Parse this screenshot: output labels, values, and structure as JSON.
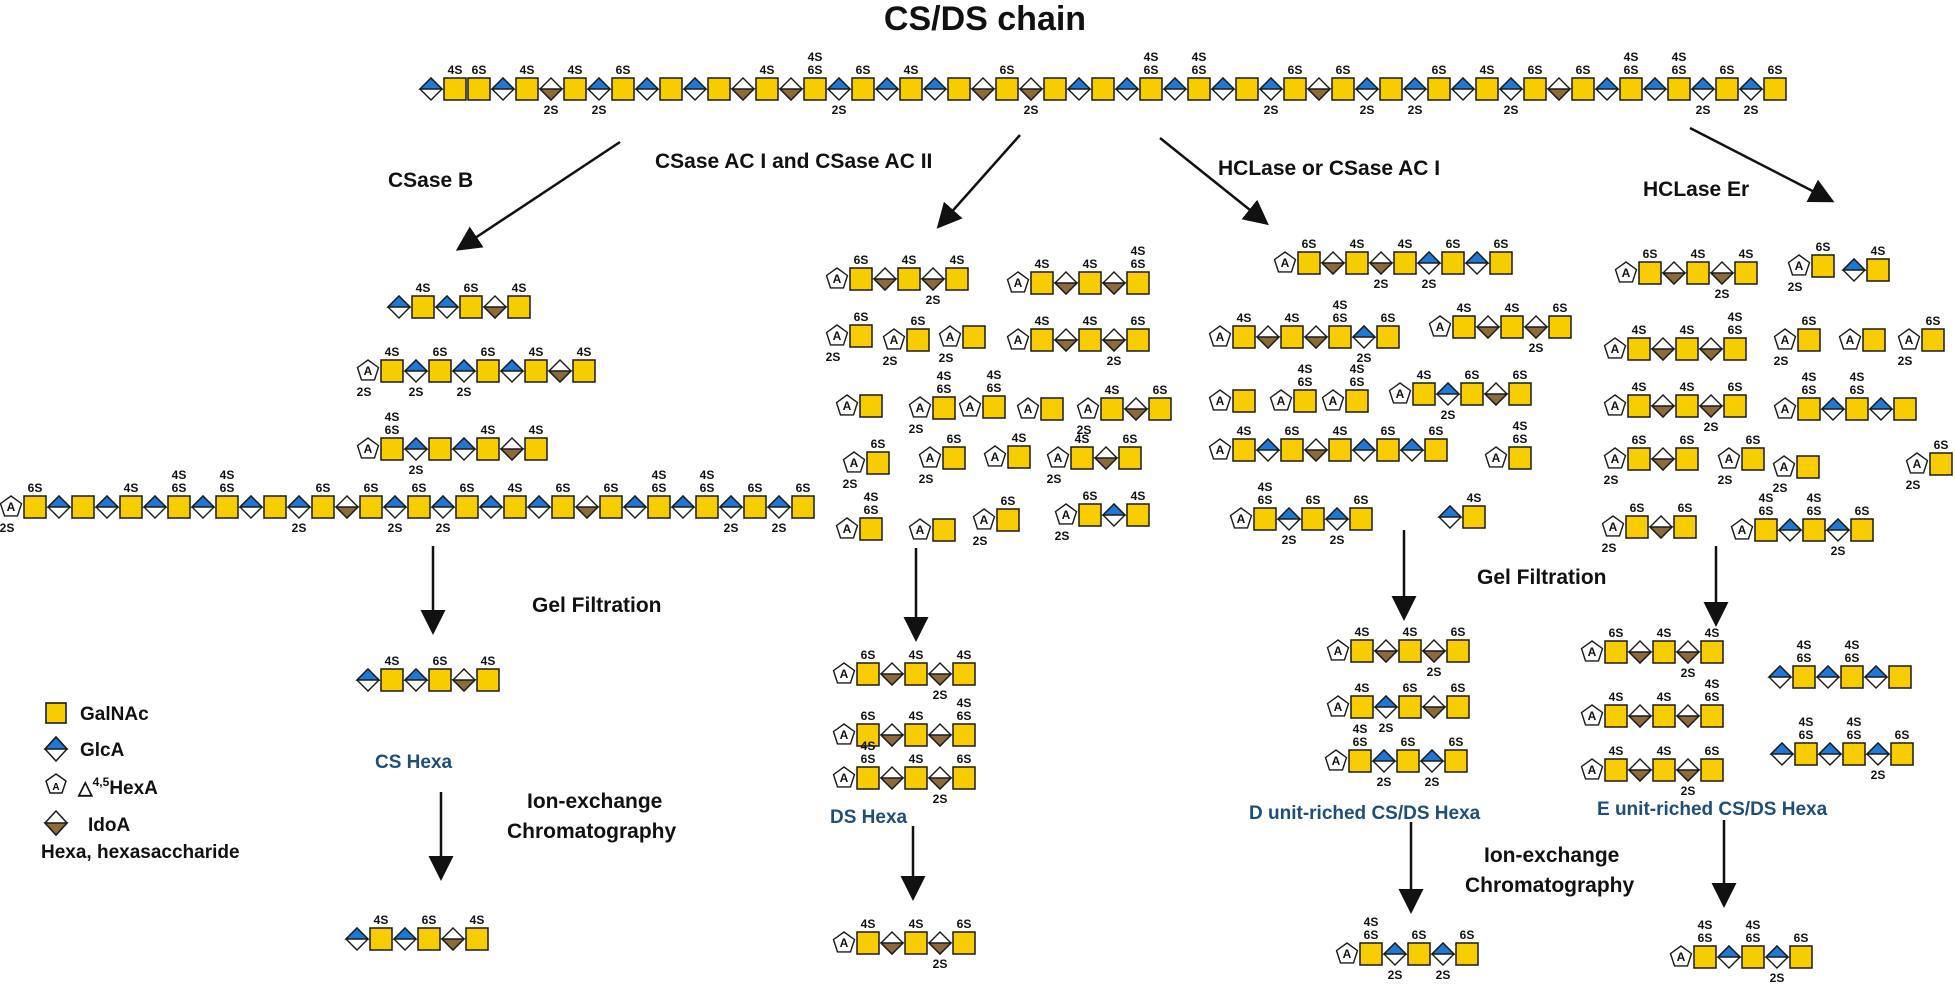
{
  "title": "CS/DS chain",
  "enzymes": {
    "b": "CSase B",
    "ac": "CSase AC I and CSase AC II",
    "hcl": "HCLase or CSase AC I",
    "er": "HCLase Er"
  },
  "steps": {
    "gel1": "Gel Filtration",
    "gel2": "Gel Filtration",
    "ion1a": "Ion-exchange",
    "ion1b": "Chromatography",
    "ion2a": "Ion-exchange",
    "ion2b": "Chromatography"
  },
  "products": {
    "cs": "CS Hexa",
    "ds": "DS Hexa",
    "d": "D unit-riched CS/DS Hexa",
    "e": "E unit-riched CS/DS Hexa"
  },
  "legend": {
    "galnac": "GalNAc",
    "glca": "GlcA",
    "hexa_prefix": "△",
    "hexa_sup": "4,5",
    "hexa_suffix": "HexA",
    "idoa": "IdoA",
    "note": "Hexa, hexasaccharide"
  },
  "sulfate_labels": {
    "s4": "4S",
    "s6": "6S",
    "s2": "2S",
    "delta": "A"
  },
  "colors": {
    "galnac": "#F7CD00",
    "glca": "#1F78D1",
    "idoa": "#8C6A3A",
    "text_blue": "#1F4E79",
    "outline": "#1A1A1A"
  },
  "chains": {
    "main": "D_,4S|Q_,4S|Q_,6S|D_|Q_,4S|I_,2S|Q_,4S|D_,2S|Q_,6S|D_|Q_|D_|Q_|I_|Q_,4S|I_|Q_,4S,6S|D_,2S|Q_,6S|D_|Q_,4S|D_|Q_|I_|Q_,6S|I_,2S|Q_|D_|Q_|D_|Q_,4S,6S|D_|Q_,4S,6S|D_|Q_|D_,2S|Q_,6S|I_|Q_,6S|D_,2S|Q_|D_,2S|Q_,6S|D_|Q_,4S|D_,2S|Q_,6S|I_|Q_,6S|D_|Q_,4S,6S|D_|Q_,4S,6S|D_,2S|Q_,6S|D_,2S|Q_,6S",
    "b1": "D_|Q_,4S|D_|Q_,6S|I_|Q_,4S",
    "b2": "A_,2S|Q_,4S|D_,2S|Q_,6S|D_,2S|Q_,6S|D_|Q_,4S|I_|Q_,4S",
    "b3": "A_|Q_,4S,6S|D_,2S|Q_|D_|Q_,4S|I_|Q_,4S",
    "b4": "A_,2S|Q_,6S|D_|Q_|D_|Q_,4S|D_|Q_,4S,6S|D_|Q_,4S,6S|D_|Q_|D_,2S|Q_,6S|I_|Q_,6S|D_,2S|Q_,6S|D_,2S|Q_,6S|D_|Q_,4S|D_|Q_,6S|I_|Q_,6S|D_|Q_,4S,6S|D_|Q_,4S,6S|D_,2S|Q_,6S|D_,2S|Q_,6S",
    "b_gel": "D_|Q_,4S|D_|Q_,6S|I_|Q_,4S",
    "b_ion": "D_|Q_,4S|D_|Q_,6S|I_|Q_,4S",
    "ac1": "A_|Q_,6S|I_|Q_,4S|I_,2S|Q_,4S",
    "ac2": "A_|Q_,4S|I_|Q_,4S|I_|Q_,4S,6S",
    "ac3": "A_,2S|Q_,6S",
    "ac4": "A_,2S|Q_,6S",
    "ac5": "A_,2S|Q_,",
    "ac6": "A_|Q_,4S|I_|Q_,4S|I_,2S|Q_,6S",
    "ac7": "A_|Q_,",
    "ac8": "A_,2S|Q_,4S,6S",
    "ac9": "A_|Q_,4S,6S",
    "ac10": "A_|Q_,",
    "ac11": "A_,2S|Q_,4S|I_|Q_,6S",
    "ac12": "A_,2S|Q_,6S",
    "ac13": "A_,2S|Q_,6S",
    "ac14": "A_|Q_,4S",
    "ac15": "A_,2S|Q_,4S|I_|Q_,6S",
    "ac16": "A_|Q_,4S,6S",
    "ac17": "A_|Q_,",
    "ac18": "A_,2S|Q_,6S",
    "ac19": "A_,2S|Q_,6S|D_|Q_,4S",
    "ac_gel1": "A_|Q_,6S|I_|Q_,4S|I_,2S|Q_,4S",
    "ac_gel2": "A_|Q_,6S|I_|Q_,4S|I_|Q_,4S,6S",
    "ac_gel3": "A_|Q_,4S,6S|I_|Q_,4S|I_,2S|Q_,6S",
    "ac_ion": "A_|Q_,4S|I_|Q_,4S|I_,2S|Q_,6S",
    "h1": "A_|Q_,6S|I_|Q_,4S|I_,2S|Q_,4S|D_,2S|Q_,6S|D_|Q_,6S",
    "h2": "A_|Q_,4S|I_|Q_,4S|I_|Q_,4S,6S|D_,2S|Q_,6S",
    "h3": "A_|Q_,4S|I_|Q_,4S|I_,2S|Q_,6S",
    "h4": "A_|Q_,",
    "h5": "A_|Q_,4S,6S",
    "h6": "A_|Q_,4S,6S",
    "h7": "A_|Q_,4S|D_,2S|Q_,6S|I_|Q_,6S",
    "h8": "A_|Q_,4S|D_|Q_,6S|I_|Q_,4S|D_|Q_,6S|D_|Q_,6S",
    "h9": "A_|Q_,4S,6S",
    "h10": "A_|Q_,4S,6S|D_,2S|Q_,6S|D_,2S|Q_,6S",
    "h11": "D_|Q_,4S",
    "h_gel1": "A_|Q_,4S|I_|Q_,4S|I_,2S|Q_,6S",
    "h_gel2": "A_|Q_,4S|D_,2S|Q_,6S|I_|Q_,6S",
    "h_gel3": "A_|Q_,4S,6S|D_,2S|Q_,6S|D_,2S|Q_,6S",
    "h_ion": "A_|Q_,4S,6S|D_,2S|Q_,6S|D_,2S|Q_,6S",
    "e1": "A_|Q_,6S|I_|Q_,4S|I_,2S|Q_,4S",
    "e2": "A_,2S|Q_,6S",
    "e3": "D_|Q_,4S",
    "e4": "A_|Q_,4S|I_|Q_,4S|I_|Q_,4S,6S",
    "e5": "A_,2S|Q_,6S",
    "e6": "A_|Q_,",
    "e7": "A_,2S|Q_,6S",
    "e8": "A_|Q_,4S|I_|Q_,4S|I_,2S|Q_,6S",
    "e9": "A_|Q_,4S,6S|D_|Q_,4S,6S|D_|Q_,",
    "e10": "A_,2S|Q_,6S|I_|Q_,6S",
    "e11": "A_,2S|Q_,6S",
    "e12": "A_,2S|Q_,",
    "e13": "A_,2S|Q_,6S",
    "e14": "A_,2S|Q_,6S|I_|Q_,6S",
    "e15": "A_|Q_,4S,6S|D_|Q_,4S,6S|D_,2S|Q_,6S",
    "e_gel1": "A_|Q_,6S|I_|Q_,4S|I_,2S|Q_,4S",
    "e_gel2": "A_|Q_,4S|I_|Q_,4S|I_|Q_,4S,6S",
    "e_gel3": "A_|Q_,4S|I_|Q_,4S|I_,2S|Q_,6S",
    "e_gel4": "D_|Q_,4S,6S|D_|Q_,4S,6S|D_|Q_,",
    "e_gel5": "D_|Q_,4S,6S|D_|Q_,4S,6S|D_,2S|Q_,6S",
    "e_ion": "A_|Q_,4S,6S|D_|Q_,4S,6S|D_,2S|Q_,6S"
  }
}
